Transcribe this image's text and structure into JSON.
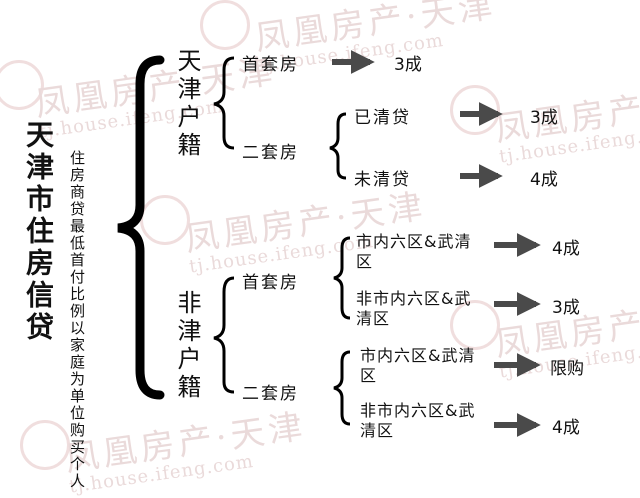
{
  "watermark": {
    "brand": "凤凰房产·天津",
    "url": "tj.house.ifeng.com"
  },
  "main_title": "天津市住房信贷",
  "subtitle": "住房商贷最低首付比例以家庭为单位购买个人",
  "tianjin": {
    "label": "天津户籍",
    "first_home": {
      "label": "首套房",
      "result": "3成"
    },
    "second_home": {
      "label": "二套房",
      "cleared": {
        "label": "已清贷",
        "result": "3成"
      },
      "not_cleared": {
        "label": "未清贷",
        "result": "4成"
      }
    }
  },
  "non_tianjin": {
    "label": "非津户籍",
    "first_home": {
      "label": "首套房",
      "inner": {
        "label": "市内六区&武清区",
        "result": "4成"
      },
      "outer": {
        "label": "非市内六区&武清区",
        "result": "3成"
      }
    },
    "second_home": {
      "label": "二套房",
      "inner": {
        "label": "市内六区&武清区",
        "result": "限购"
      },
      "outer": {
        "label": "非市内六区&武清区",
        "result": "4成"
      }
    }
  },
  "colors": {
    "text": "#111111",
    "arrow": "#4a4a4a",
    "watermark": "#eadada"
  }
}
